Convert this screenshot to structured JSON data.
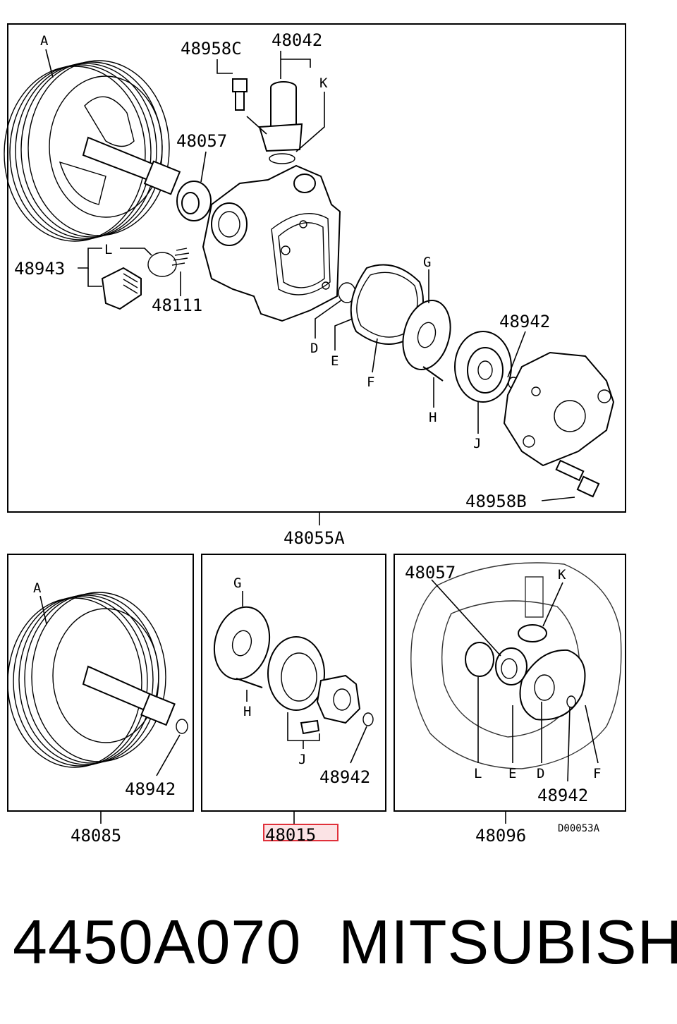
{
  "main_panel": {
    "labels": {
      "A": "A",
      "48958C": "48958C",
      "48042": "48042",
      "K": "K",
      "48057": "48057",
      "L": "L",
      "48943": "48943",
      "48111": "48111",
      "G": "G",
      "48942": "48942",
      "D": "D",
      "E": "E",
      "F": "F",
      "H": "H",
      "J": "J",
      "48958B": "48958B"
    },
    "assembly_number": "48055A"
  },
  "panel_pulley": {
    "labels": {
      "A": "A",
      "48942": "48942"
    },
    "assembly_number": "48085"
  },
  "panel_cartridge": {
    "labels": {
      "G": "G",
      "H": "H",
      "J": "J",
      "48942": "48942"
    },
    "assembly_number": "48015",
    "highlight_color": "#e0303a"
  },
  "panel_seals": {
    "labels": {
      "48057": "48057",
      "K": "K",
      "L": "L",
      "E": "E",
      "D": "D",
      "48942": "48942",
      "F": "F"
    },
    "assembly_number": "48096"
  },
  "drawing_code": "D00053A",
  "footer": {
    "part_number": "4450A070",
    "brand": "MITSUBISHI"
  }
}
